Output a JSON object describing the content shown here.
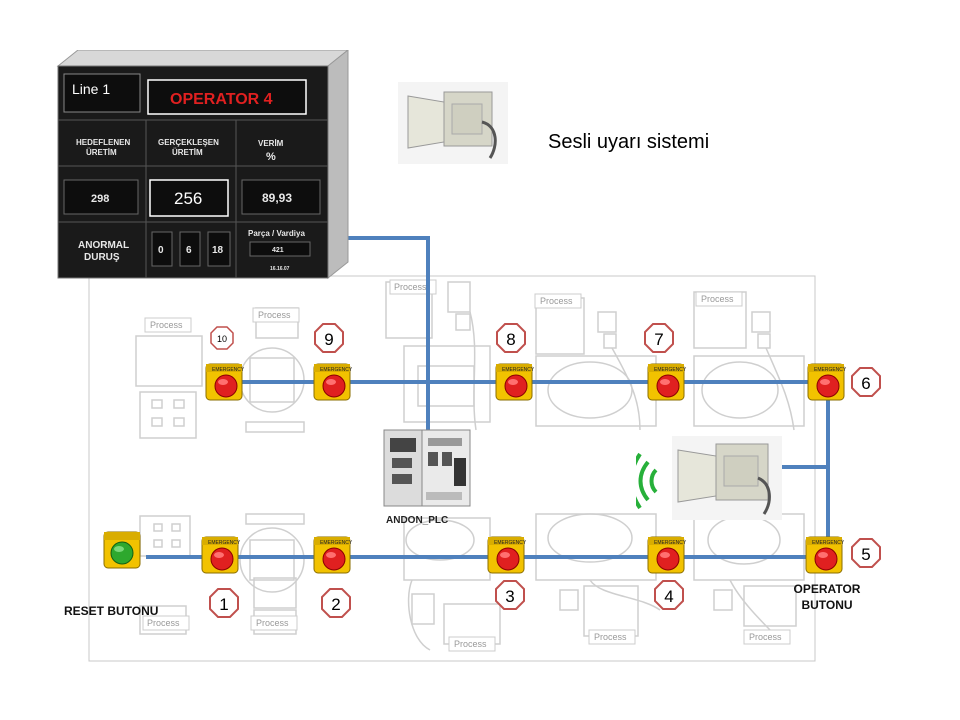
{
  "dashboard": {
    "line_label": "Line 1",
    "operator_label": "OPERATOR 4",
    "col1_label": [
      "HEDEFLENEN",
      "ÜRETİM"
    ],
    "col2_label": [
      "GERÇEKLEŞEN",
      "ÜRETİM"
    ],
    "col3_label": [
      "VERİM",
      "%"
    ],
    "target_value": "298",
    "actual_value": "256",
    "efficiency_value": "89,93",
    "downtime_label": [
      "ANORMAL",
      "DURUŞ"
    ],
    "downtime_digits": [
      "0",
      "6",
      "18"
    ],
    "shift_label": "Parça / Vardiya",
    "shift_value": "421",
    "date_value": "16.16.07"
  },
  "title_text": "Sesli uyarı sistemi",
  "plc_label": "ANDON_PLC",
  "reset_label": "RESET BUTONU",
  "operator_button_label": [
    "OPERATOR",
    "BUTONU"
  ],
  "process_label": "Process",
  "station_numbers": [
    "1",
    "2",
    "3",
    "4",
    "5",
    "6",
    "7",
    "8",
    "9",
    "10"
  ],
  "colors": {
    "cable": "#4f81bd",
    "emergency_red": "#e02020",
    "button_yellow": "#f2c200",
    "reset_green": "#2ea82e",
    "badge_border": "#c0504d"
  }
}
